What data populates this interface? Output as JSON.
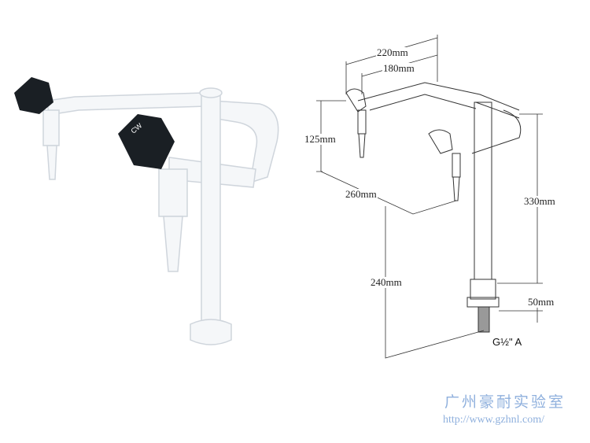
{
  "photo": {
    "knob_label": "CW"
  },
  "diagram": {
    "dimensions": {
      "width_outer": "220mm",
      "width_inner": "180mm",
      "outlet_height": "125mm",
      "depth": "260mm",
      "column_height": "330mm",
      "overall_height": "240mm",
      "base_height": "50mm"
    },
    "thread": "G½\" A"
  },
  "watermark": {
    "company": "广州豪耐实验室",
    "url": "http://www.gzhnl.com/"
  },
  "colors": {
    "watermark": "#8fb0dd",
    "knob": "#1a1f24",
    "pipe": "#f4f6f8"
  }
}
